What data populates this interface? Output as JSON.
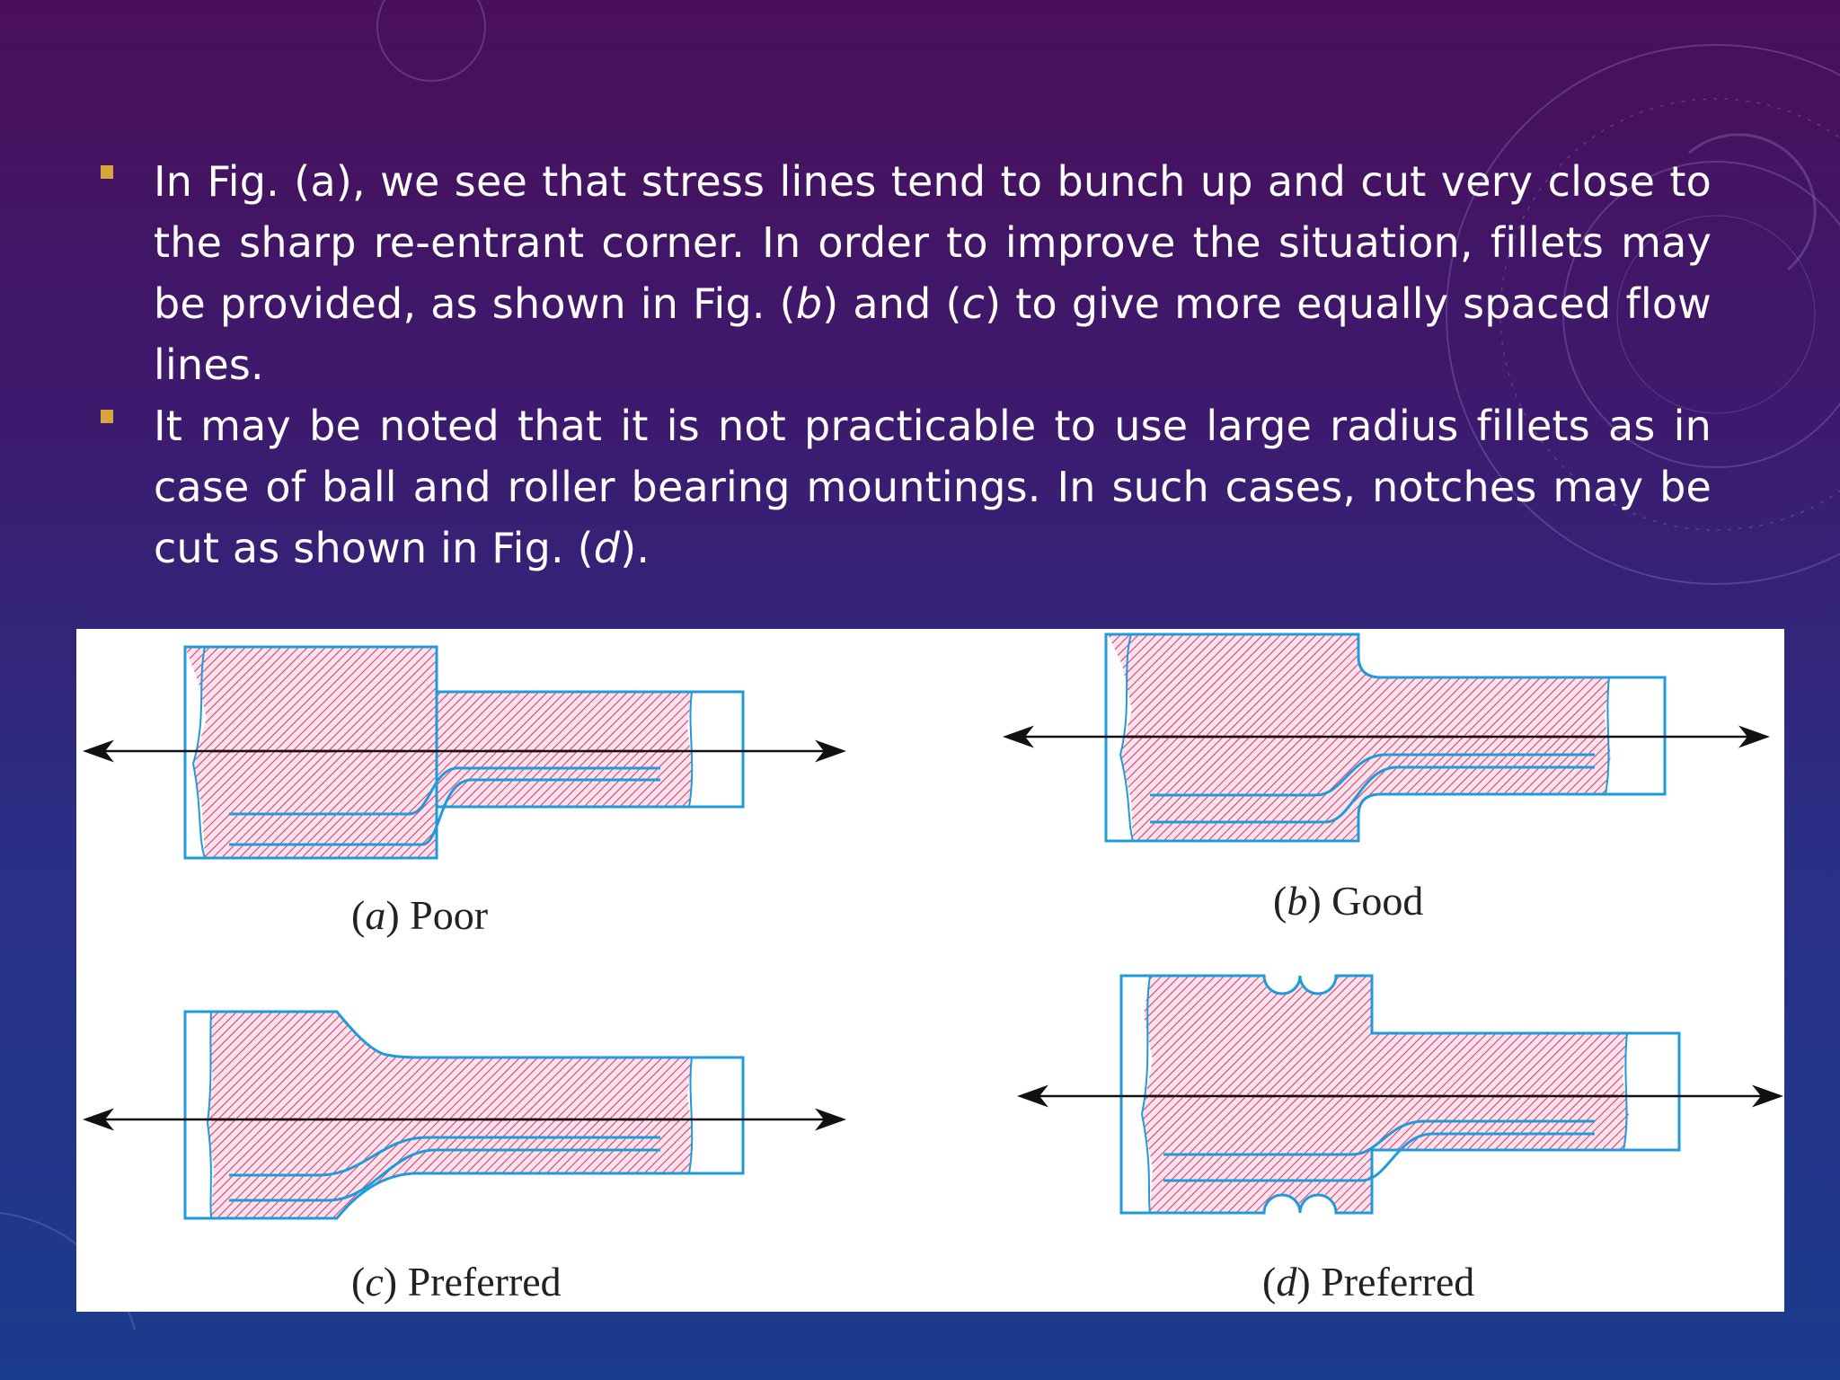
{
  "bullets": [
    {
      "parts": [
        "In Fig. (a), we see that stress lines tend to bunch up and cut very close to the sharp re-entrant corner. In order to improve the situation, fillets may be provided, as shown in Fig. (",
        "b",
        ") and (",
        "c",
        ") to give more equally spaced flow lines."
      ]
    },
    {
      "parts": [
        "It may be noted that it is not practicable to use large radius fillets as in case of ball and roller bearing mountings. In such cases, notches may be cut as shown in Fig. (",
        "d",
        ")."
      ]
    }
  ],
  "figures": [
    {
      "letter": "a",
      "label": "Poor"
    },
    {
      "letter": "b",
      "label": "Good"
    },
    {
      "letter": "c",
      "label": "Preferred"
    },
    {
      "letter": "d",
      "label": "Preferred"
    }
  ],
  "colors": {
    "bullet_marker": "#d9a53a",
    "outline": "#1e9bd8",
    "hatch": "#e0306a",
    "arrow": "#111111"
  }
}
